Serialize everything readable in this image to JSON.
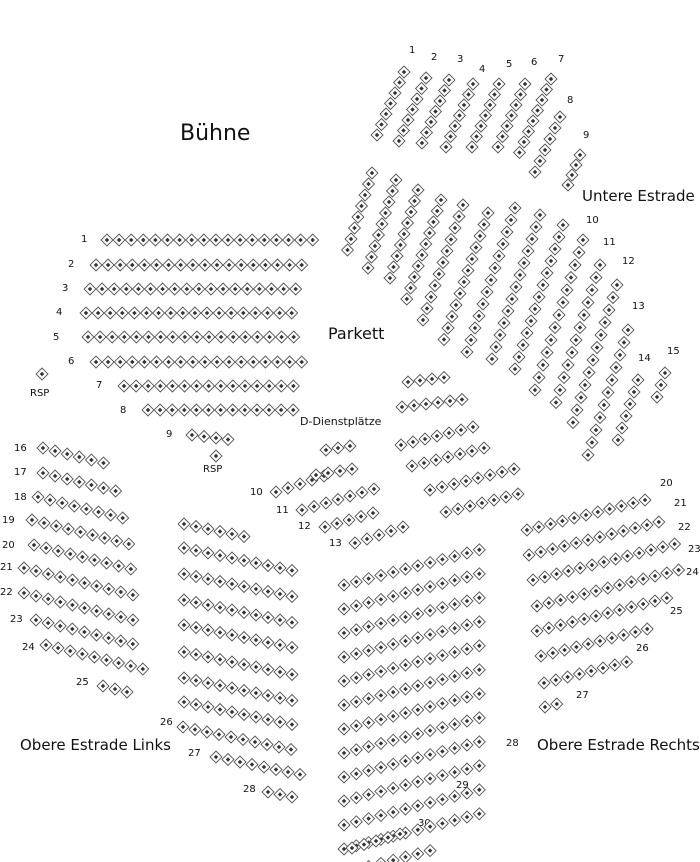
{
  "page_title": "Sitzplan",
  "stage": {
    "label": "Bühne"
  },
  "sections": {
    "parkett": {
      "label": "Parkett",
      "row_labels": [
        "1",
        "2",
        "3",
        "4",
        "5",
        "6",
        "7",
        "8",
        "9",
        "10",
        "11",
        "12",
        "13"
      ],
      "seats_per_row": [
        18,
        18,
        18,
        18,
        18,
        18,
        15,
        13,
        4,
        5,
        7,
        5,
        5
      ]
    },
    "untere_estrade": {
      "label": "Untere Estrade",
      "row_labels": [
        "1",
        "2",
        "3",
        "4",
        "5",
        "6",
        "7",
        "8",
        "9",
        "10",
        "11",
        "12",
        "13",
        "14",
        "15"
      ],
      "seats_per_row": [
        7,
        7,
        7,
        7,
        7,
        7,
        8,
        6,
        4,
        13,
        13,
        14,
        13,
        10,
        3
      ]
    },
    "d_dienstplaetze": {
      "label": "D-Dienstplätze",
      "rows": 6,
      "seats_per_row": [
        4,
        6,
        7,
        7,
        8,
        7
      ]
    },
    "obere_estrade_links": {
      "label": "Obere Estrade Links",
      "row_labels": [
        "16",
        "17",
        "18",
        "19",
        "20",
        "21",
        "22",
        "23",
        "24",
        "25",
        "26",
        "27",
        "28"
      ],
      "seats_per_row": [
        6,
        7,
        8,
        9,
        9,
        10,
        10,
        9,
        9,
        3,
        10,
        10,
        3
      ]
    },
    "obere_estrade_mitte": {
      "row_labels": [
        "28",
        "29",
        "30"
      ],
      "rows": 14,
      "seats_per_row": [
        12,
        12,
        12,
        12,
        12,
        12,
        12,
        12,
        12,
        12,
        12,
        12,
        8,
        5
      ]
    },
    "obere_estrade_rechts": {
      "label": "Obere Estrade Rechts",
      "row_labels": [
        "20",
        "21",
        "22",
        "23",
        "24",
        "25",
        "26",
        "27"
      ],
      "seats_per_row": [
        11,
        12,
        13,
        13,
        12,
        10,
        8,
        2
      ]
    },
    "rsp": {
      "label": "RSP"
    }
  },
  "colors": {
    "seat_fill": "#ffffff",
    "seat_stroke": "#555555",
    "seat_dot": "#333333",
    "text": "#111111"
  },
  "legend_icons": {
    "seat": "diamond-seat-icon"
  }
}
